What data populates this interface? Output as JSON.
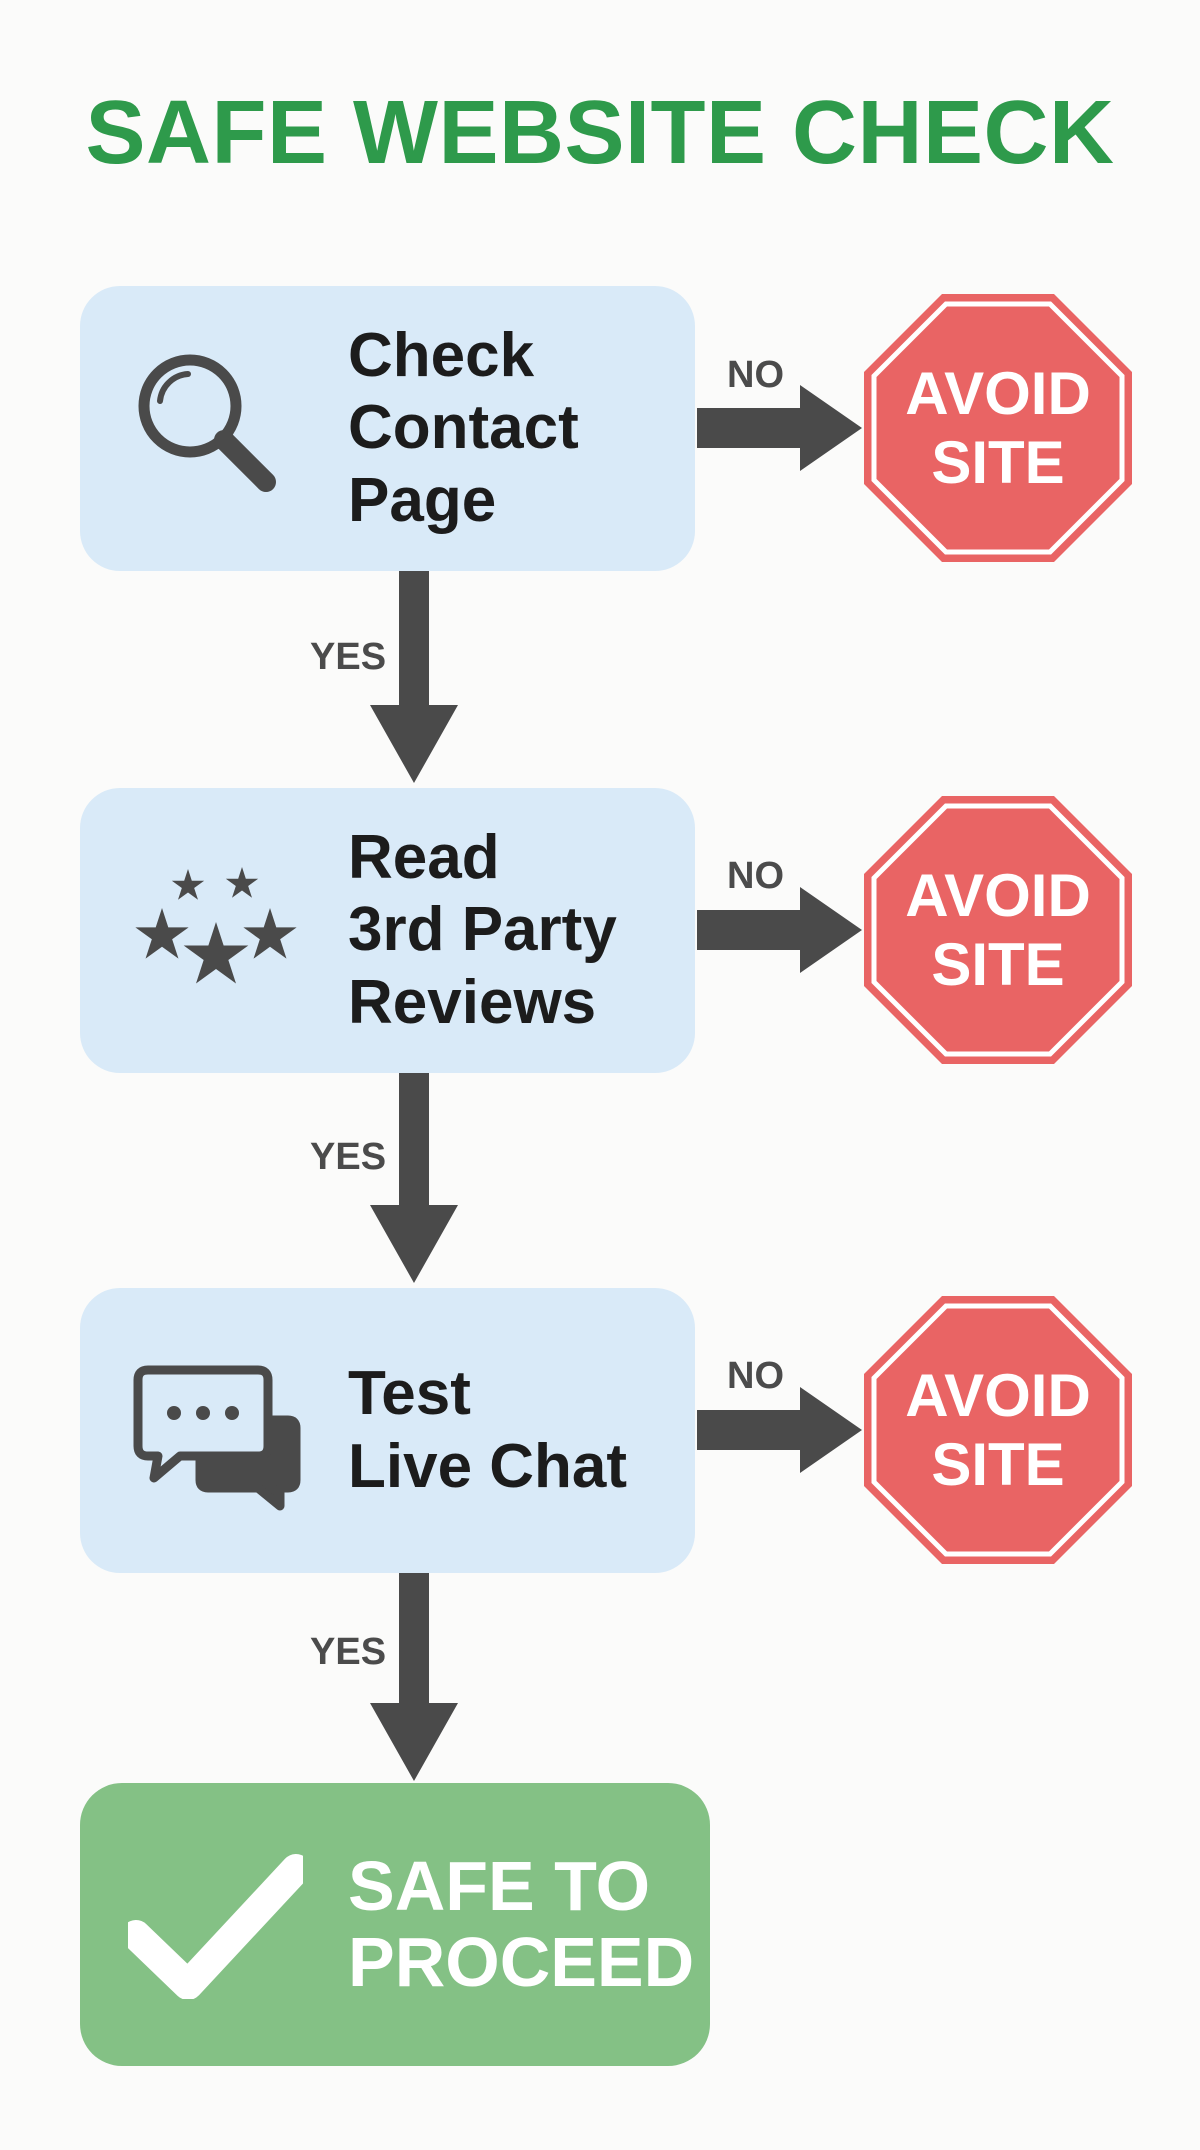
{
  "title": "SAFE WEBSITE CHECK",
  "steps": [
    {
      "icon": "magnifying-glass-icon",
      "lines": [
        "Check",
        "Contact",
        "Page"
      ]
    },
    {
      "icon": "stars-icon",
      "lines": [
        "Read",
        "3rd Party",
        "Reviews"
      ]
    },
    {
      "icon": "chat-bubbles-icon",
      "lines": [
        "Test",
        "Live Chat"
      ]
    }
  ],
  "no_label": "NO",
  "yes_label": "YES",
  "avoid": {
    "line1": "AVOID",
    "line2": "SITE"
  },
  "final": {
    "icon": "checkmark-icon",
    "line1": "SAFE TO",
    "line2": "PROCEED"
  },
  "colors": {
    "title": "#2e9a4b",
    "step_fill": "#d9eaf8",
    "stop_fill": "#e96464",
    "safe_fill": "#84c185",
    "arrow": "#4a4a4a"
  }
}
